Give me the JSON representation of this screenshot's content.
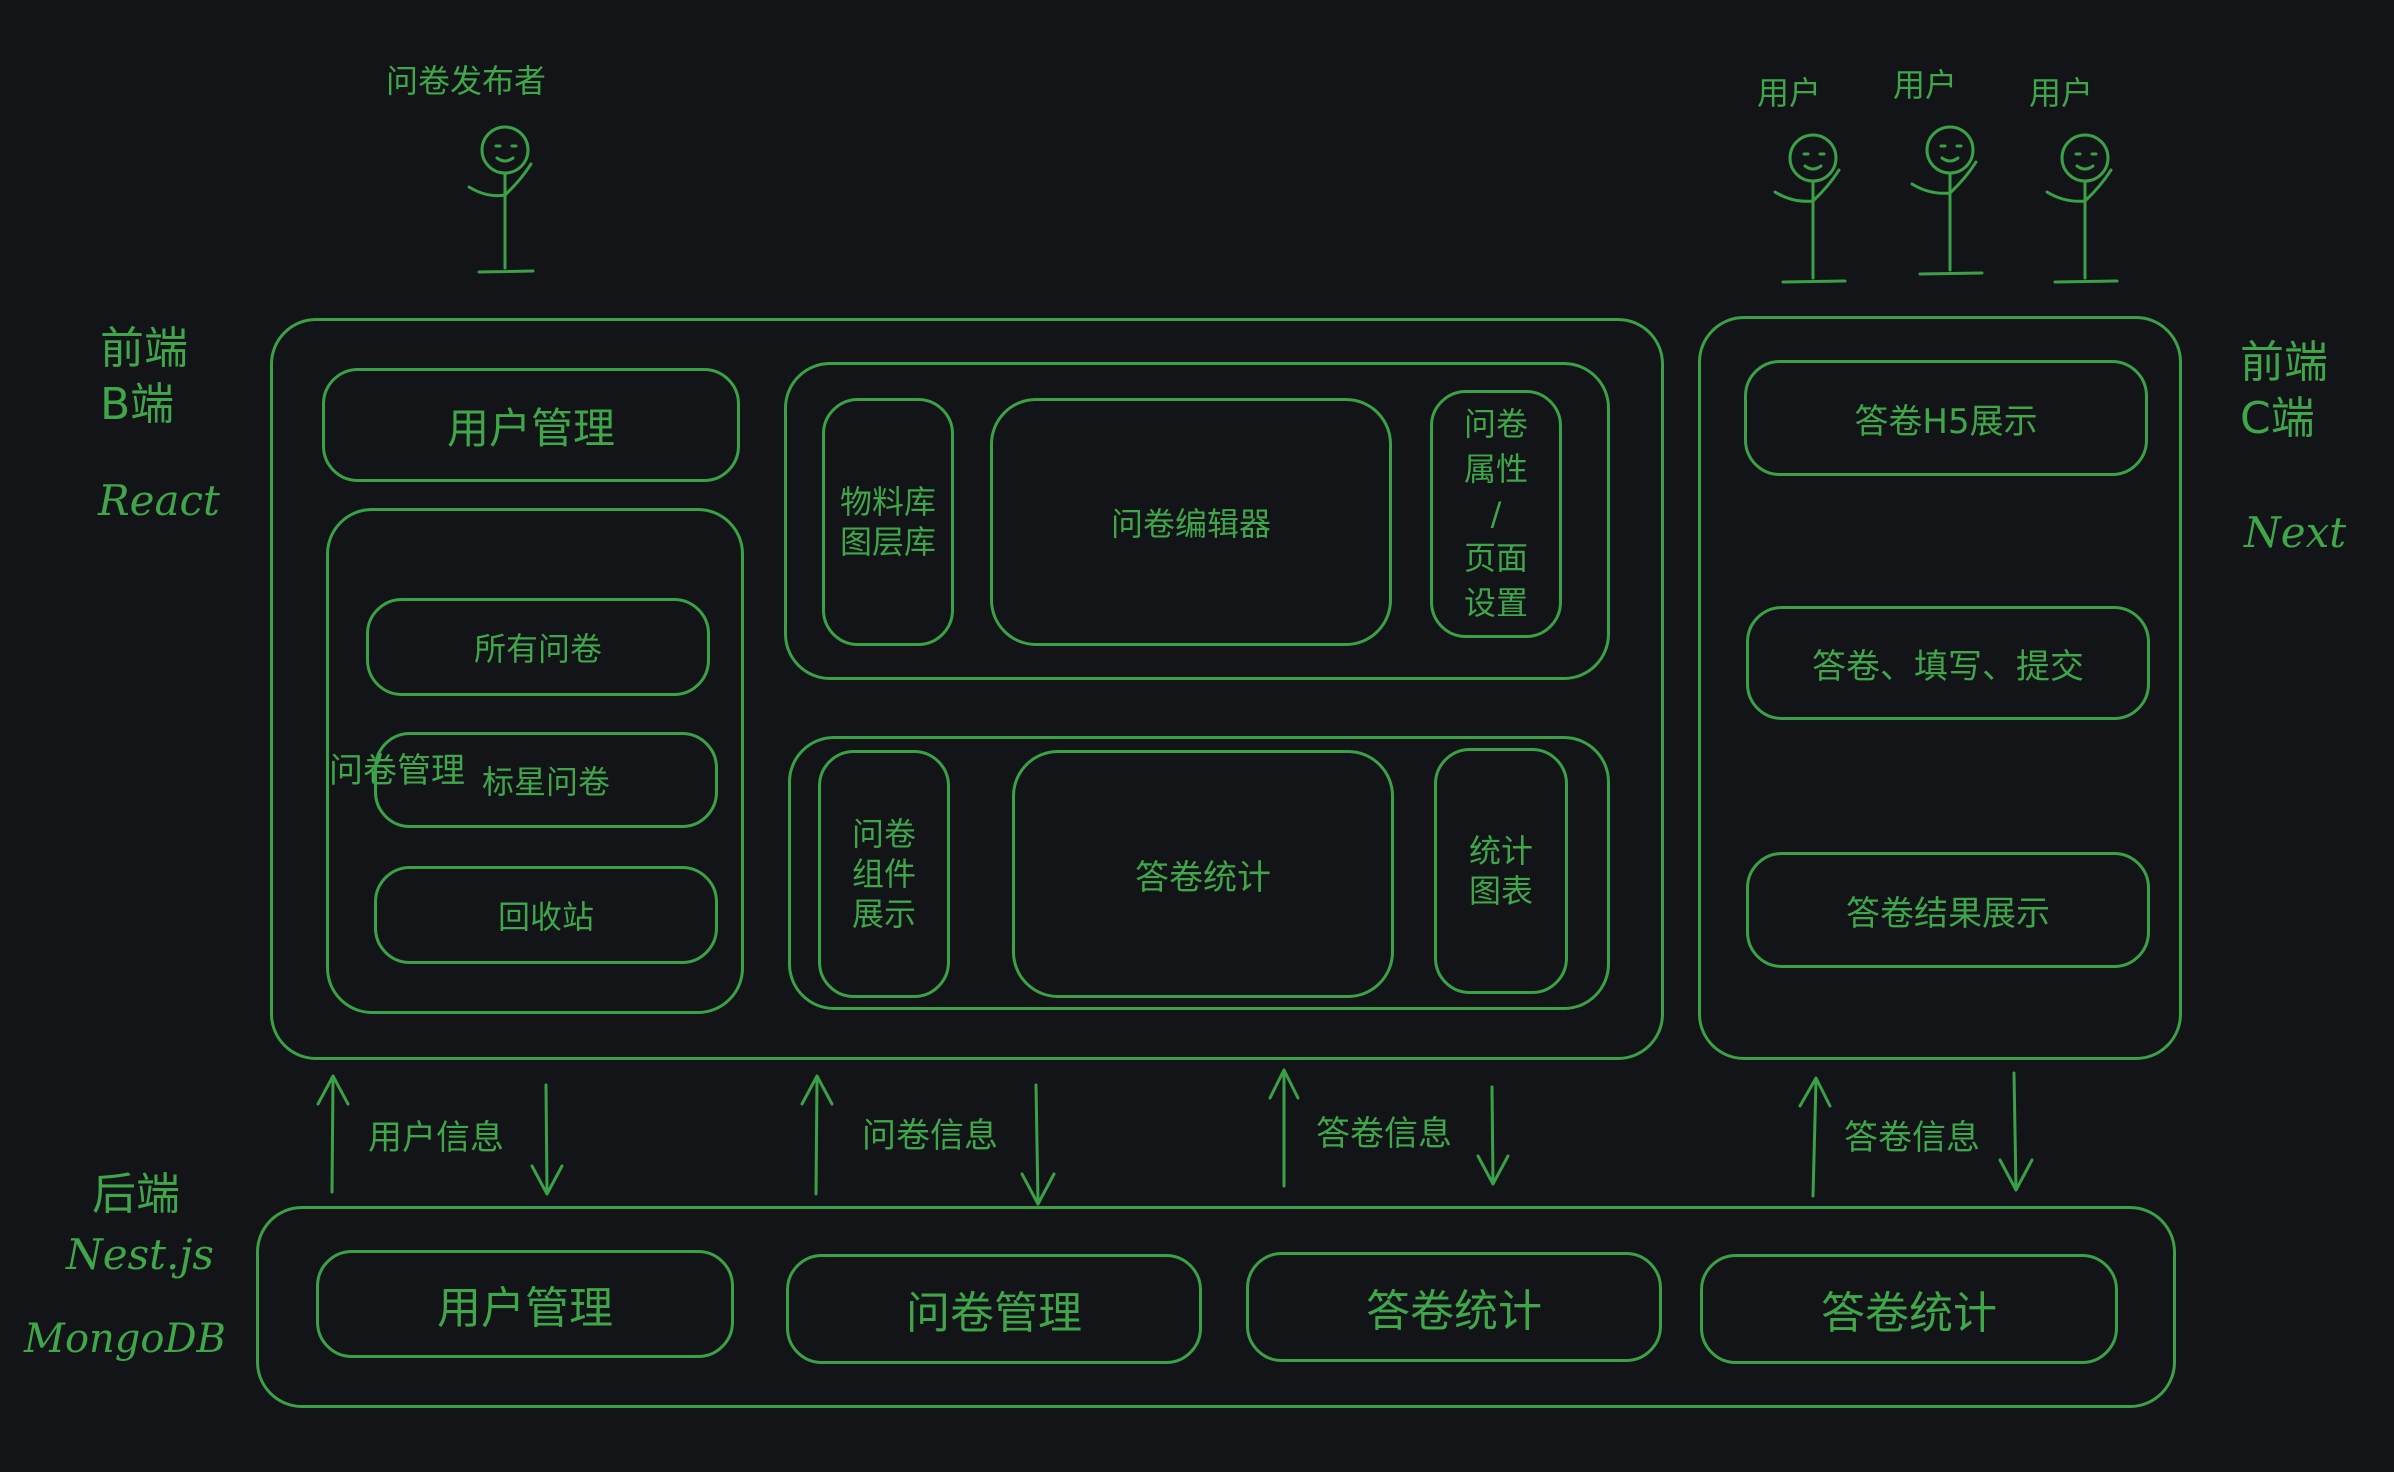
{
  "actors": {
    "publisher": "问卷发布者",
    "users": [
      "用户",
      "用户",
      "用户"
    ]
  },
  "side_labels": {
    "b_front_line1": "前端",
    "b_front_line2": "B端",
    "b_front_tech": "React",
    "c_front_line1": "前端",
    "c_front_line2": "C端",
    "c_front_tech": "Next",
    "backend_line1": "后端",
    "backend_tech1": "Nest.js",
    "backend_tech2": "MongoDB"
  },
  "b_end": {
    "user_management": "用户管理",
    "survey_management": {
      "title": "问卷管理",
      "items": [
        "所有问卷",
        "标星问卷",
        "回收站"
      ]
    },
    "editor_group": {
      "materials": [
        "物料库",
        "图层库"
      ],
      "editor": "问卷编辑器",
      "props": [
        "问卷",
        "属性",
        "/",
        "页面",
        "设置"
      ]
    },
    "stats_group": {
      "components": [
        "问卷",
        "组件",
        "展示"
      ],
      "stats": "答卷统计",
      "charts": [
        "统计",
        "图表"
      ]
    }
  },
  "c_end": {
    "items": [
      "答卷H5展示",
      "答卷、填写、提交",
      "答卷结果展示"
    ]
  },
  "arrows": [
    "用户信息",
    "问卷信息",
    "答卷信息",
    "答卷信息"
  ],
  "backend": {
    "modules": [
      "用户管理",
      "问卷管理",
      "答卷统计",
      "答卷统计"
    ]
  },
  "colors": {
    "background": "#131417",
    "accent": "#3aa146"
  }
}
